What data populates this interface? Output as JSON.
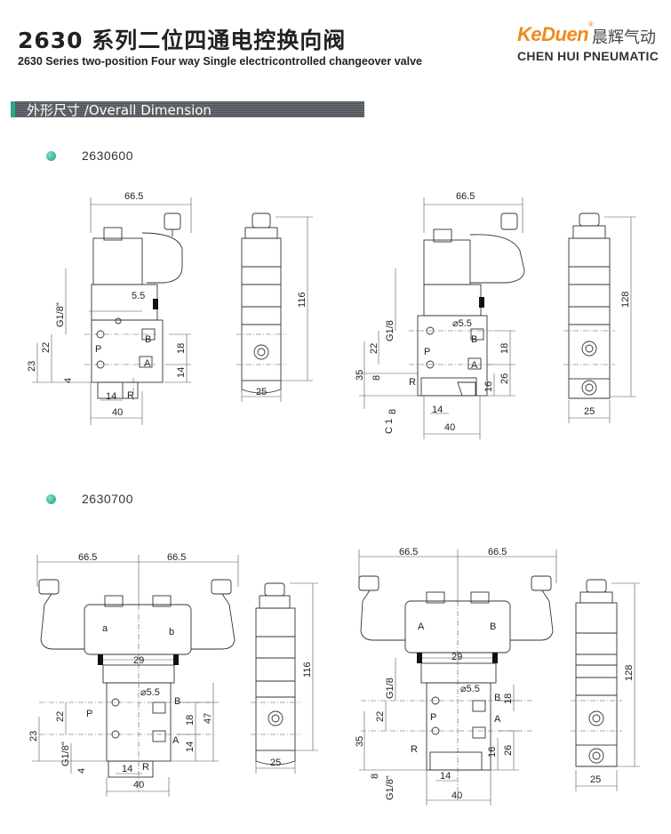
{
  "header": {
    "title_cn": "2630 系列二位四通电控换向阀",
    "title_en": "2630 Series two-position Four  way Single electricontrolled changeover valve"
  },
  "logo": {
    "brand": "KeDuen",
    "reg": "®",
    "cn": "晨辉气动",
    "en": "CHEN HUI PNEUMATIC",
    "brand_color": "#f08a1c"
  },
  "section": {
    "title": "外形尺寸 /Overall Dimension",
    "accent_color": "#2aa68a"
  },
  "models": [
    {
      "label": "2630600"
    },
    {
      "label": "2630700"
    }
  ],
  "drawings": {
    "d1": {
      "w": "66.5",
      "hole": "5.5",
      "thread": "G1/8\"",
      "d22": "22",
      "d23": "23",
      "d4": "4",
      "d14b": "14",
      "d40": "40",
      "P": "P",
      "B": "B",
      "A": "A",
      "R": "R",
      "d18": "18",
      "d14": "14"
    },
    "d2": {
      "h": "116",
      "w": "25"
    },
    "d3": {
      "w": "66.5",
      "hole": "⌀5.5",
      "thread": "G1/8",
      "d22": "22",
      "d35": "35",
      "d8a": "8",
      "d8b": "8",
      "c1": "C 1",
      "d14b": "14",
      "d40": "40",
      "P": "P",
      "B": "B",
      "A": "A",
      "R": "R",
      "d18": "18",
      "d16": "16",
      "d26": "26"
    },
    "d4": {
      "h": "128",
      "w": "25"
    },
    "d5": {
      "wl": "66.5",
      "wr": "66.5",
      "a": "a",
      "b": "b",
      "d29": "29",
      "hole": "⌀5.5",
      "thread": "G1/8\"",
      "d22": "22",
      "d23": "23",
      "d4": "4",
      "d14b": "14",
      "d40": "40",
      "P": "P",
      "B": "B",
      "A": "A",
      "R": "R",
      "d18": "18",
      "d14": "14",
      "d47": "47"
    },
    "d6": {
      "h": "116",
      "w": "25"
    },
    "d7": {
      "wl": "66.5",
      "wr": "66.5",
      "A": "A",
      "B": "B",
      "d29": "29",
      "hole": "⌀5.5",
      "thread_top": "G1/8",
      "thread_bot": "G1/8\"",
      "d22": "22",
      "d35": "35",
      "d8": "8",
      "d14b": "14",
      "d40": "40",
      "P": "P",
      "Ap": "A",
      "Bp": "B",
      "R": "R",
      "d18": "18",
      "d16": "16",
      "d26": "26"
    },
    "d8": {
      "h": "128",
      "w": "25"
    }
  }
}
